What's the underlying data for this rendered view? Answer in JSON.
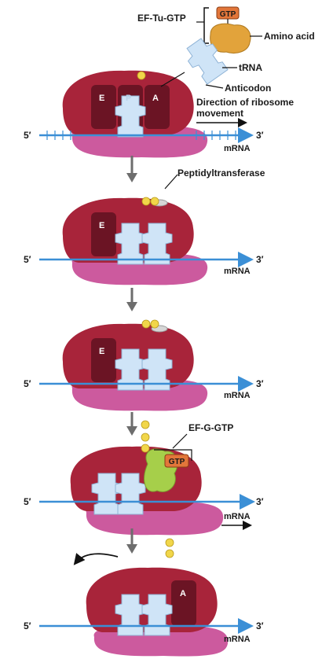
{
  "labels": {
    "ef_tu_gtp": "EF-Tu-GTP",
    "gtp": "GTP",
    "amino_acid": "Amino acid",
    "trna": "tRNA",
    "anticodon": "Anticodon",
    "direction_line1": "Direction of ribosome",
    "direction_line2": "movement",
    "peptidyltransferase": "Peptidyltransferase",
    "ef_g_gtp": "EF-G-GTP",
    "gtp2": "GTP"
  },
  "mrna": {
    "label": "mRNA",
    "five_prime": "5′",
    "three_prime": "3′"
  },
  "sites": {
    "e": "E",
    "p": "P",
    "a": "A"
  },
  "colors": {
    "ribosome_large": "#a8243a",
    "ribosome_small": "#cc5a9e",
    "mrna": "#3b8fd6",
    "trna": "#cfe4f7",
    "amino_acid": "#f1d64a",
    "ef_tu": "#e2a33b",
    "gtp": "#e2763a",
    "ef_g": "#a6cf4a",
    "arrow": "#6d6d6d"
  }
}
